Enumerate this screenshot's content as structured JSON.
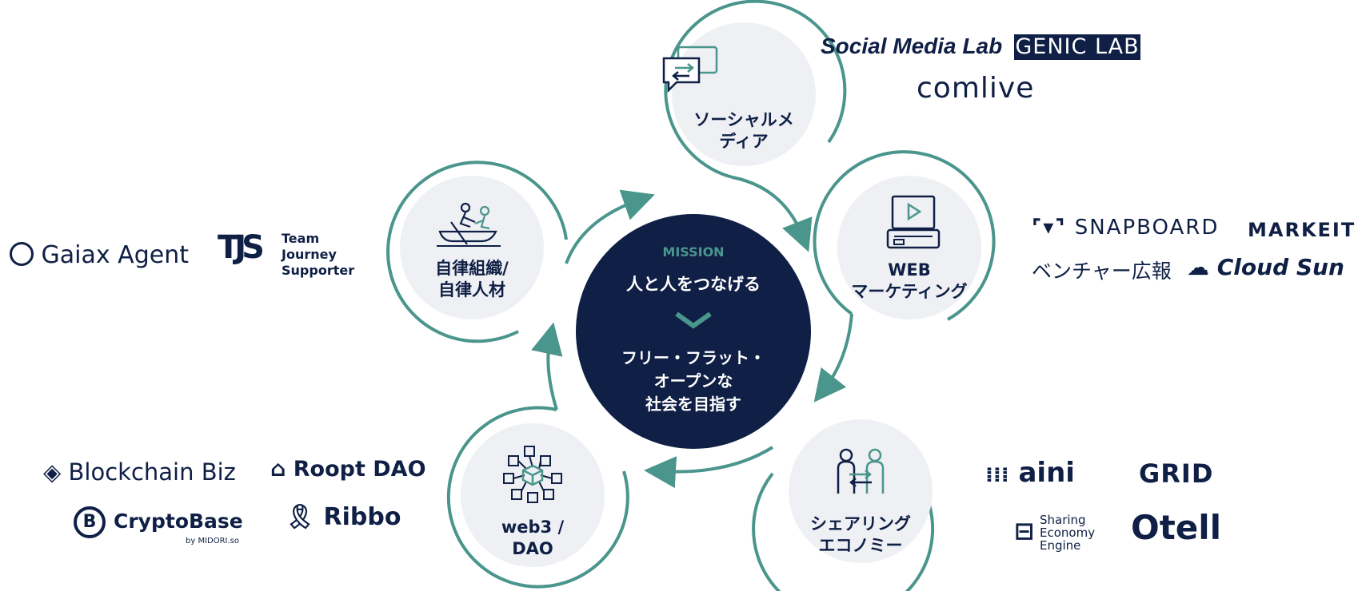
{
  "colors": {
    "teal": "#4a958c",
    "navy": "#0f1f45",
    "light_circle": "#eef0f4",
    "white": "#ffffff"
  },
  "center": {
    "mission_label": "MISSION",
    "mission_line": "人と人をつなげる",
    "goal_lines": [
      "フリー・フラット・",
      "オープンな",
      "社会を目指す"
    ]
  },
  "nodes": [
    {
      "id": "social",
      "label_lines": [
        "ソーシャルメ",
        "ディア"
      ],
      "icon": "chat-exchange-icon",
      "logos": [
        "Social Media Lab",
        "GENIC LAB",
        "comlive"
      ]
    },
    {
      "id": "web",
      "label_lines": [
        "WEB",
        "マーケティング"
      ],
      "icon": "video-monitor-icon",
      "logos": [
        "SNAPBOARD",
        "MARKEIT",
        "ベンチャー広報",
        "Cloud Sun"
      ]
    },
    {
      "id": "sharing",
      "label_lines": [
        "シェアリング",
        "エコノミー"
      ],
      "icon": "people-exchange-icon",
      "logos": [
        "aini",
        "GRID",
        "Sharing",
        "Economy",
        "Engine",
        "Otell"
      ]
    },
    {
      "id": "web3",
      "label_lines": [
        "web3 /",
        "DAO"
      ],
      "icon": "cube-network-icon",
      "logos": [
        "Blockchain Biz",
        "Roopt DAO",
        "CryptoBase",
        "by MIDORI.so",
        "Ribbo"
      ]
    },
    {
      "id": "autonomous",
      "label_lines": [
        "自律組織/",
        "自律人材"
      ],
      "icon": "rowing-boat-icon",
      "logos": [
        "Gaiax Agent",
        "Team",
        "Journey",
        "Supporter"
      ]
    }
  ]
}
